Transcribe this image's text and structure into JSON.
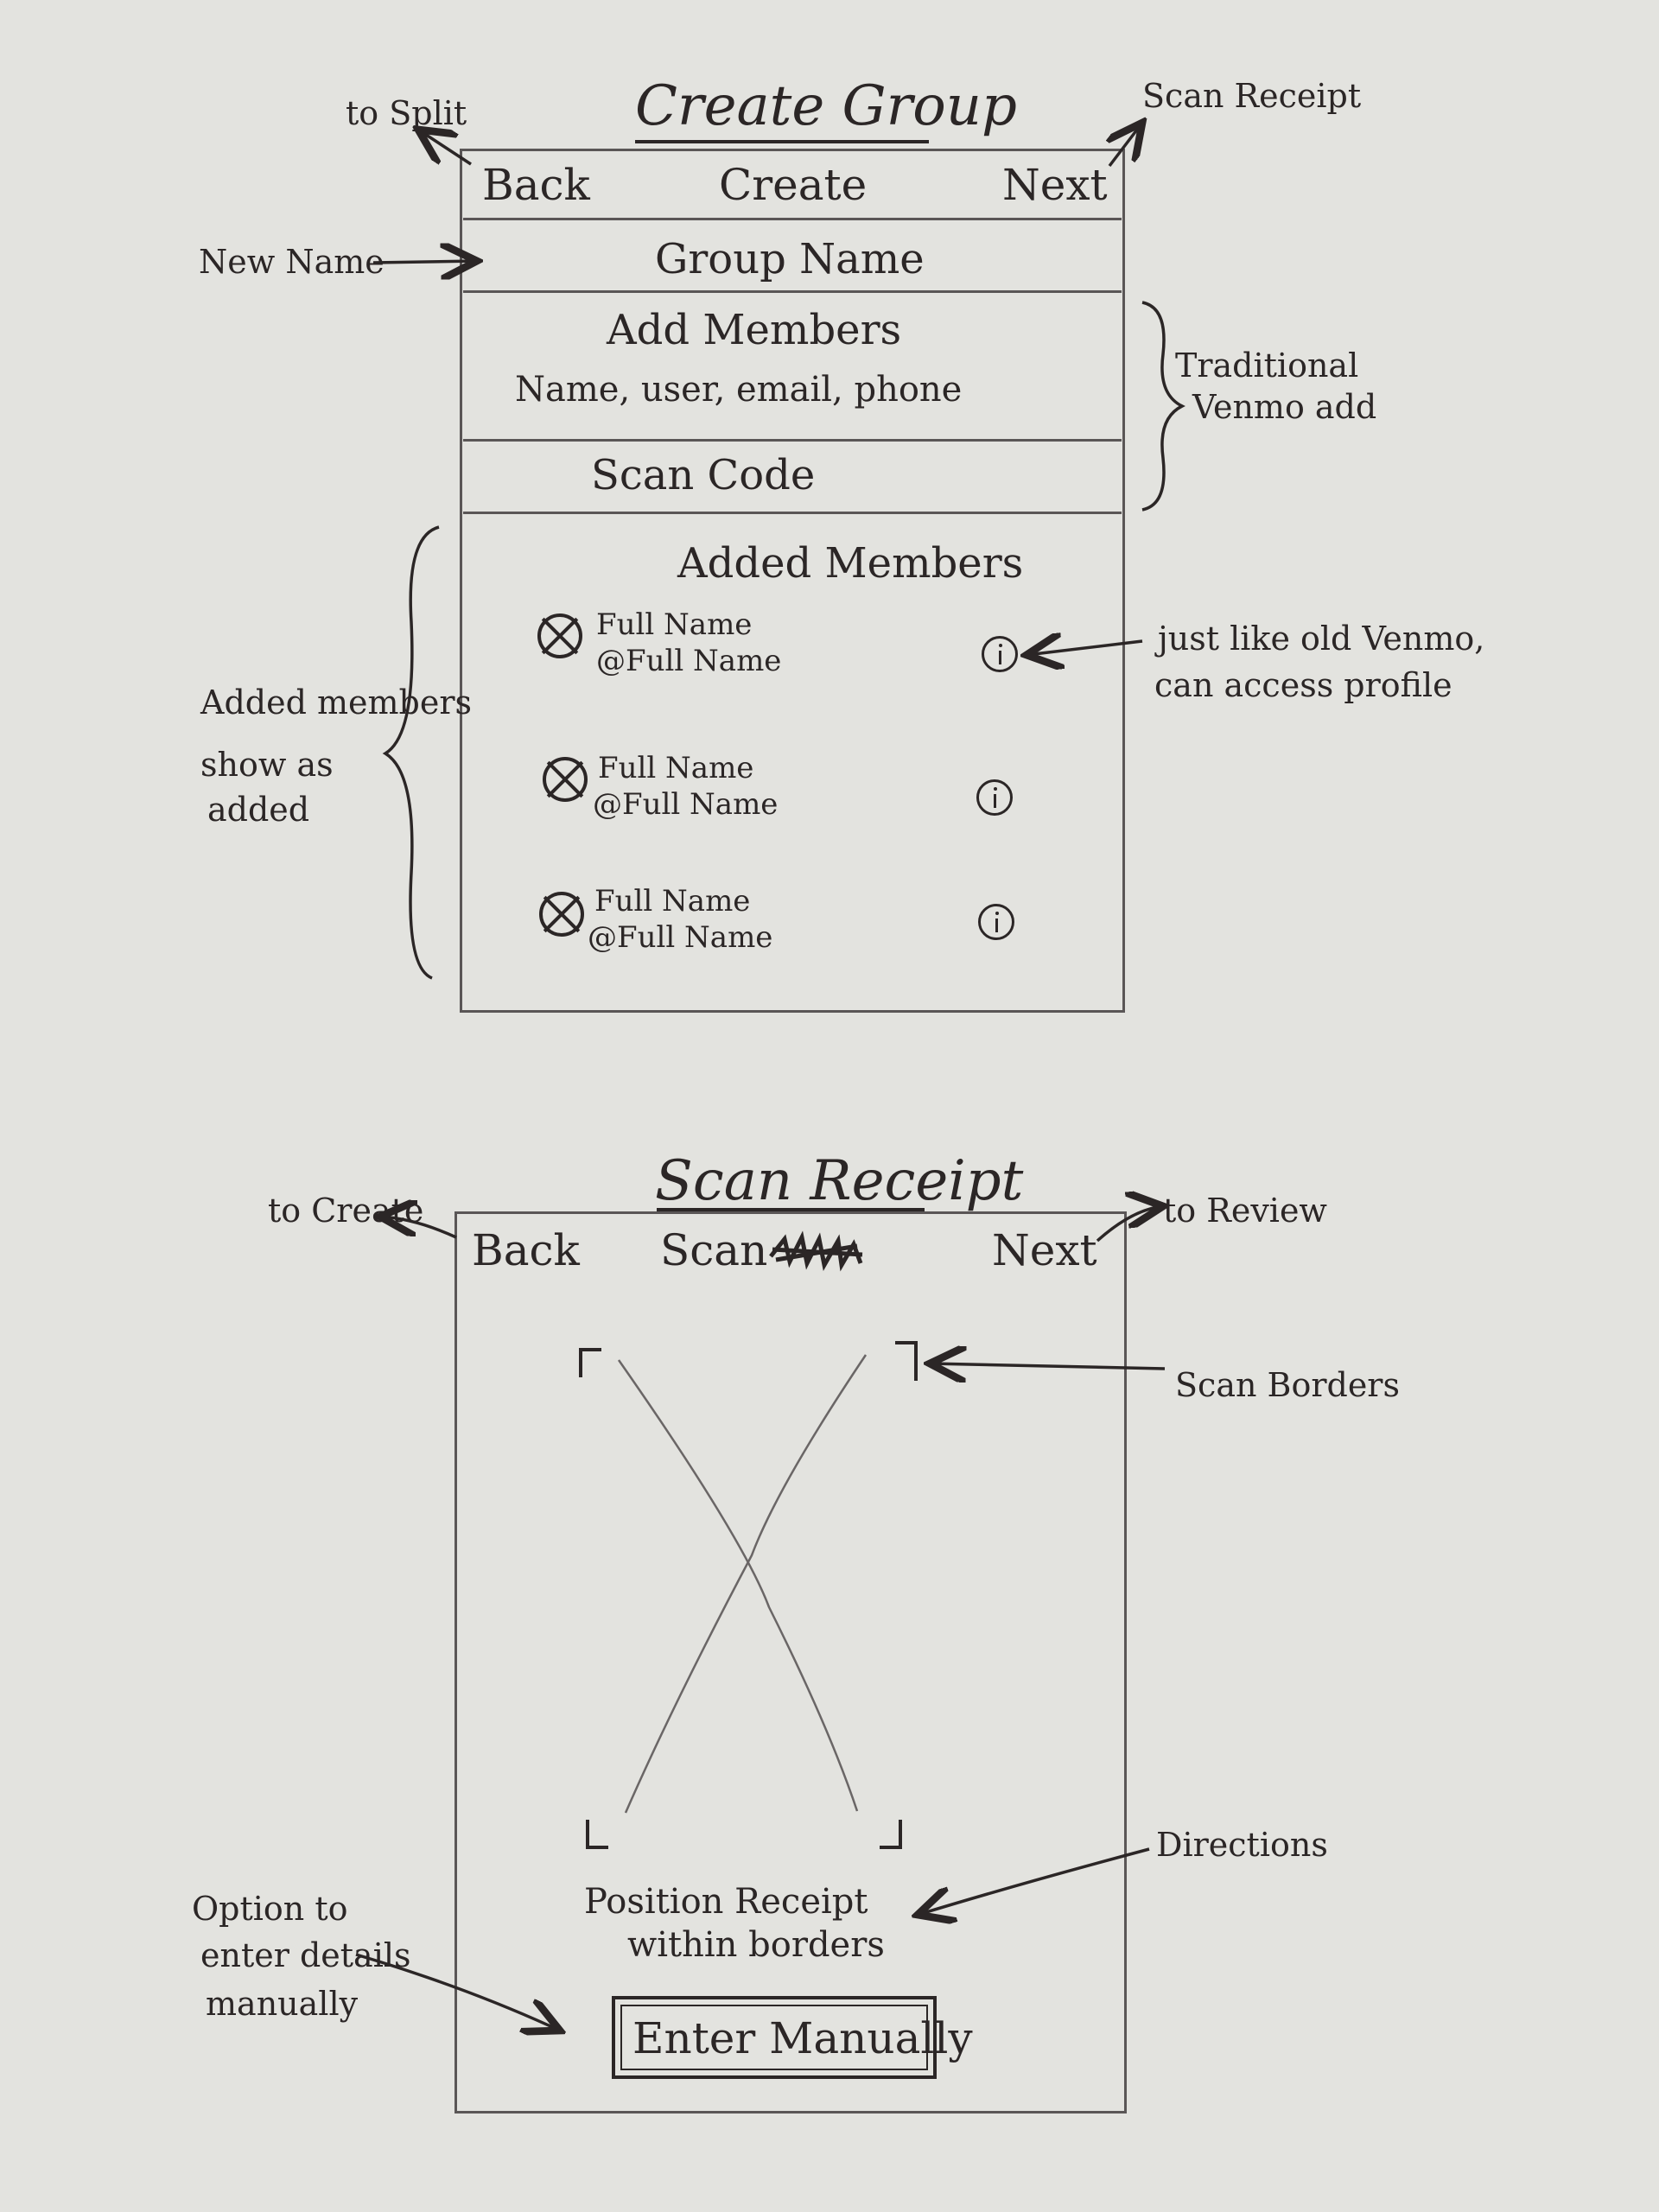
{
  "create_group": {
    "title": "Create Group",
    "nav": {
      "back": "Back",
      "title": "Create",
      "next": "Next"
    },
    "group_name": "Group Name",
    "add_members": {
      "title": "Add Members",
      "hint": "Name, user, email, phone"
    },
    "scan_code": "Scan Code",
    "added_members": {
      "title": "Added Members",
      "members": [
        {
          "name": "Full Name",
          "handle": "@Full Name"
        },
        {
          "name": "Full Name",
          "handle": "@Full Name"
        },
        {
          "name": "Full Name",
          "handle": "@Full Name"
        }
      ]
    }
  },
  "scan_receipt": {
    "title": "Scan Receipt",
    "nav": {
      "back": "Back",
      "title": "Scan",
      "next": "Next"
    },
    "directions": [
      "Position Receipt",
      "within borders"
    ],
    "enter_manually": "Enter Manually"
  },
  "annotations": {
    "to_split": "to Split",
    "scan_receipt": "Scan Receipt",
    "new_name": "New Name",
    "traditional_add": [
      "Traditional",
      "Venmo add"
    ],
    "added_members_note": [
      "Added members",
      "show as",
      "added"
    ],
    "profile_note": [
      "just like old Venmo,",
      "can access profile"
    ],
    "to_create": "to Create",
    "to_review": "to Review",
    "scan_borders": "Scan Borders",
    "directions": "Directions",
    "manual_option": [
      "Option to",
      "enter details",
      "manually"
    ]
  }
}
